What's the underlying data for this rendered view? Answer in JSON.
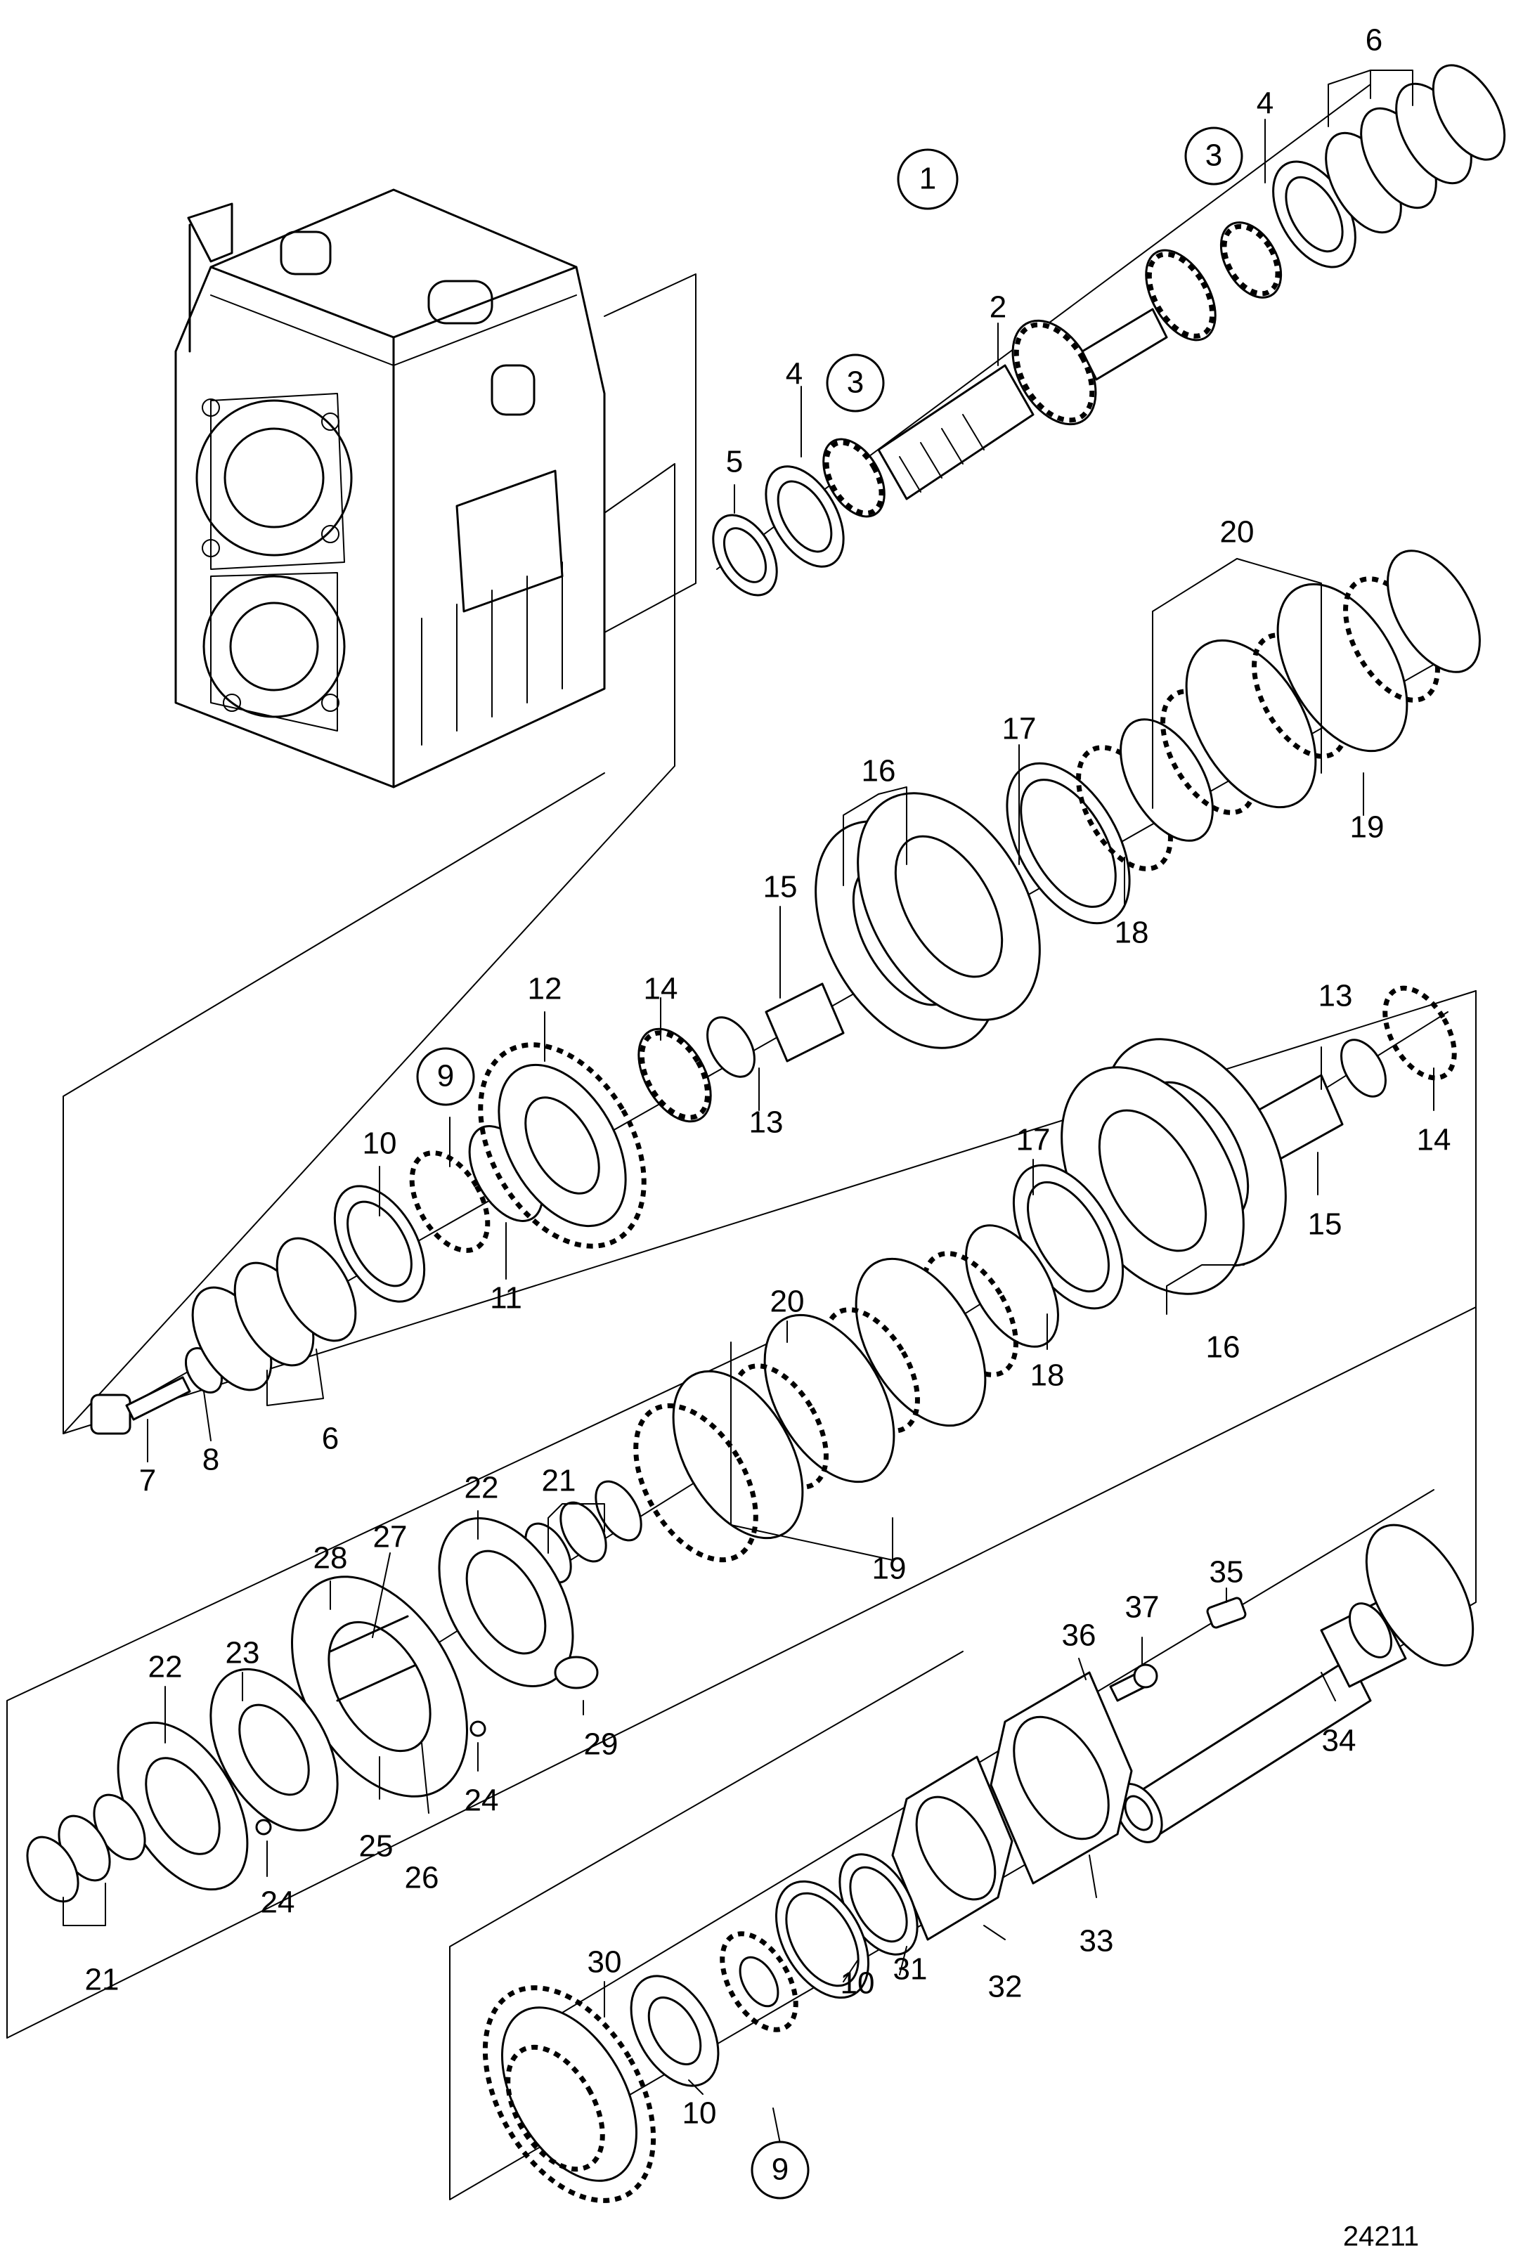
{
  "drawing": {
    "reference_number": "24211",
    "callouts": [
      {
        "id": "c1",
        "label": "1",
        "circled": true
      },
      {
        "id": "c2",
        "label": "2",
        "circled": false
      },
      {
        "id": "c3a",
        "label": "3",
        "circled": true
      },
      {
        "id": "c3b",
        "label": "3",
        "circled": true
      },
      {
        "id": "c4a",
        "label": "4",
        "circled": false
      },
      {
        "id": "c4b",
        "label": "4",
        "circled": false
      },
      {
        "id": "c5",
        "label": "5",
        "circled": false
      },
      {
        "id": "c6a",
        "label": "6",
        "circled": false
      },
      {
        "id": "c6b",
        "label": "6",
        "circled": false
      },
      {
        "id": "c7",
        "label": "7",
        "circled": false
      },
      {
        "id": "c8",
        "label": "8",
        "circled": false
      },
      {
        "id": "c9a",
        "label": "9",
        "circled": true
      },
      {
        "id": "c9b",
        "label": "9",
        "circled": true
      },
      {
        "id": "c10a",
        "label": "10",
        "circled": false
      },
      {
        "id": "c10b",
        "label": "10",
        "circled": false
      },
      {
        "id": "c10c",
        "label": "10",
        "circled": false
      },
      {
        "id": "c11",
        "label": "11",
        "circled": false
      },
      {
        "id": "c12",
        "label": "12",
        "circled": false
      },
      {
        "id": "c13a",
        "label": "13",
        "circled": false
      },
      {
        "id": "c13b",
        "label": "13",
        "circled": false
      },
      {
        "id": "c14a",
        "label": "14",
        "circled": false
      },
      {
        "id": "c14b",
        "label": "14",
        "circled": false
      },
      {
        "id": "c15a",
        "label": "15",
        "circled": false
      },
      {
        "id": "c15b",
        "label": "15",
        "circled": false
      },
      {
        "id": "c16a",
        "label": "16",
        "circled": false
      },
      {
        "id": "c16b",
        "label": "16",
        "circled": false
      },
      {
        "id": "c17a",
        "label": "17",
        "circled": false
      },
      {
        "id": "c17b",
        "label": "17",
        "circled": false
      },
      {
        "id": "c18a",
        "label": "18",
        "circled": false
      },
      {
        "id": "c18b",
        "label": "18",
        "circled": false
      },
      {
        "id": "c19a",
        "label": "19",
        "circled": false
      },
      {
        "id": "c19b",
        "label": "19",
        "circled": false
      },
      {
        "id": "c20a",
        "label": "20",
        "circled": false
      },
      {
        "id": "c20b",
        "label": "20",
        "circled": false
      },
      {
        "id": "c21a",
        "label": "21",
        "circled": false
      },
      {
        "id": "c21b",
        "label": "21",
        "circled": false
      },
      {
        "id": "c22a",
        "label": "22",
        "circled": false
      },
      {
        "id": "c22b",
        "label": "22",
        "circled": false
      },
      {
        "id": "c23",
        "label": "23",
        "circled": false
      },
      {
        "id": "c24a",
        "label": "24",
        "circled": false
      },
      {
        "id": "c24b",
        "label": "24",
        "circled": false
      },
      {
        "id": "c25",
        "label": "25",
        "circled": false
      },
      {
        "id": "c26",
        "label": "26",
        "circled": false
      },
      {
        "id": "c27",
        "label": "27",
        "circled": false
      },
      {
        "id": "c28",
        "label": "28",
        "circled": false
      },
      {
        "id": "c29",
        "label": "29",
        "circled": false
      },
      {
        "id": "c30",
        "label": "30",
        "circled": false
      },
      {
        "id": "c31",
        "label": "31",
        "circled": false
      },
      {
        "id": "c32",
        "label": "32",
        "circled": false
      },
      {
        "id": "c33",
        "label": "33",
        "circled": false
      },
      {
        "id": "c34",
        "label": "34",
        "circled": false
      },
      {
        "id": "c35",
        "label": "35",
        "circled": false
      },
      {
        "id": "c36",
        "label": "36",
        "circled": false
      },
      {
        "id": "c37",
        "label": "37",
        "circled": false
      }
    ]
  }
}
